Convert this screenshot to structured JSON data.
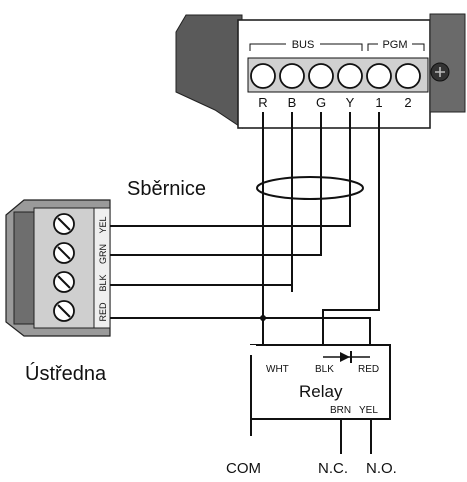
{
  "module": {
    "bus_group_label": "BUS",
    "pgm_group_label": "PGM",
    "terminals": [
      "R",
      "B",
      "G",
      "Y",
      "1",
      "2"
    ]
  },
  "bus_label": "Sběrnice",
  "panel": {
    "label": "Ústředna",
    "wire_labels": [
      "YEL",
      "GRN",
      "BLK",
      "RED"
    ]
  },
  "relay": {
    "title": "Relay",
    "pin_wht": "WHT",
    "pin_blk": "BLK",
    "pin_red": "RED",
    "pin_brn": "BRN",
    "pin_yel": "YEL"
  },
  "outputs": {
    "com": "COM",
    "nc": "N.C.",
    "no": "N.O."
  },
  "colors": {
    "line": "#111111",
    "module_body": "#8a8a8a",
    "module_dark": "#4a4a4a",
    "terminal_face": "#ffffff"
  }
}
